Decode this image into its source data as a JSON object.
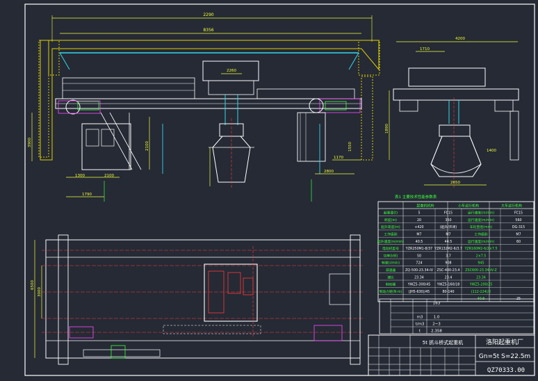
{
  "colors": {
    "background": "#252a35",
    "border": "#ffffff",
    "structure": "#ffffff",
    "dimension": "#f5ff3a",
    "centerline": "#ff3a3a",
    "cyan": "#34d9e8",
    "green": "#3cff3c",
    "magenta": "#ff4cff",
    "wall": "#e0d000"
  },
  "main_view": {
    "dims": {
      "overall_top": "2290",
      "span_inner": "8356",
      "trolley_gauge": "2260",
      "hook_height": "2100",
      "left_height": "3900",
      "cab_width": "1300",
      "cab_offset": "2100",
      "bottom_left": "1790",
      "bottom_right": "2800",
      "right_small": "1170",
      "right_dim": "1550"
    }
  },
  "side_view": {
    "dims": {
      "top": "4200",
      "sub_left": "1710",
      "right": "1400",
      "bottom": "2650",
      "height": "1890"
    }
  },
  "plan_view": {
    "dims": {
      "left_outer": "6500",
      "left_inner": "3000"
    }
  },
  "spec_table": {
    "caption": "表1 主要技术性能参数表",
    "headers": [
      "起重机机构",
      "小车运行机构",
      "大车运行机构"
    ],
    "rows": [
      [
        "起重量(t)",
        "5",
        "FC15",
        "运行速度(m/min)",
        "FC15"
      ],
      [
        "跨度(m)",
        "20",
        "350",
        "运行速度(m/min)",
        "560"
      ],
      [
        "起升高度(m)",
        "+420",
        "(起升/开闭)",
        "车轮直径(mm)",
        "DG-315"
      ],
      [
        "工作级别",
        "M7",
        "M7",
        "工作级别",
        "M7"
      ],
      [
        "起升速度(m/min)",
        "40.5",
        "44.5",
        "运行速度(m/min)",
        "60"
      ],
      [
        "电动机型号",
        "YZR250M1-8/37",
        "YZR132M2-6/3.7",
        "YZR160M2-6/2×7.5",
        ""
      ],
      [
        "功率(kW)",
        "50",
        "3.7",
        "2×7.5",
        ""
      ],
      [
        "转速(r/min)",
        "724",
        "908",
        "945",
        ""
      ],
      [
        "减速器",
        "ZQ-500-23.34-IV",
        "ZSC-400-23.4",
        "ZSC600-23.34-IV-Z",
        ""
      ],
      [
        "速比",
        "23.34",
        "23.4",
        "23.34",
        ""
      ],
      [
        "制动器",
        "YWZ5-300/45",
        "YWZ5-160/18",
        "YWZ5-200/25",
        ""
      ],
      [
        "制动力矩(N·m)",
        "(JH5-630)/45",
        "80-140",
        "(112-224)/2",
        ""
      ],
      [
        "",
        "",
        "",
        "40.6",
        "25"
      ]
    ]
  },
  "bottom_table": {
    "rows": [
      [
        "",
        "",
        "163"
      ],
      [
        "",
        "",
        ""
      ],
      [
        "",
        "m3",
        "1.0"
      ],
      [
        "",
        "t/m3",
        "2~3"
      ],
      [
        "",
        "t",
        "2.358"
      ]
    ]
  },
  "title_block": {
    "drawing_name": "5t 抓斗桥式起重机",
    "factory": "洛阳起重机厂",
    "spec": "Gn=5t S=22.5m",
    "code": "QZ70333.00"
  }
}
